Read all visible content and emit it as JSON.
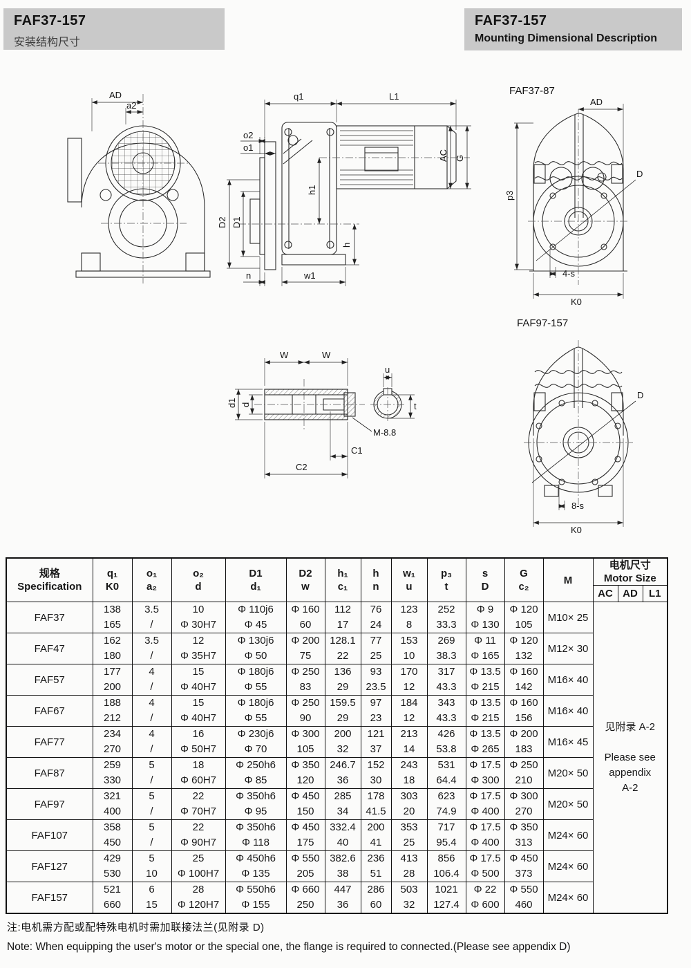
{
  "header_left": {
    "title": "FAF37-157",
    "subtitle": "安装结构尺寸"
  },
  "header_right": {
    "title": "FAF37-157",
    "subtitle": "Mounting Dimensional Description"
  },
  "drawings": {
    "front": {
      "dim_ad": "AD",
      "dim_a2": "a2"
    },
    "side": {
      "dim_q1": "q1",
      "dim_l1": "L1",
      "dim_o2": "o2",
      "dim_o1": "o1",
      "dim_d2": "D2",
      "dim_d1": "D1",
      "dim_h1": "h1",
      "dim_h": "h",
      "dim_ac": "AC",
      "dim_g": "G",
      "dim_n": "n",
      "dim_w1": "w1"
    },
    "flange_small": {
      "title": "FAF37-87",
      "dim_ad": "AD",
      "dim_p3": "p3",
      "dim_d": "D",
      "dim_4s": "4-s",
      "dim_k0": "K0"
    },
    "shaft": {
      "dim_w": "W",
      "dim_d1": "d1",
      "dim_d": "d",
      "thread": "M-8.8",
      "dim_c1": "C1",
      "dim_c2": "C2",
      "dim_u": "u",
      "dim_t": "t"
    },
    "flange_large": {
      "title": "FAF97-157",
      "dim_d": "D",
      "dim_8s": "8-s",
      "dim_k0": "K0"
    }
  },
  "table": {
    "col_headers": [
      [
        "规格",
        "Specification"
      ],
      [
        "q₁",
        "K0"
      ],
      [
        "o₁",
        "a₂"
      ],
      [
        "o₂",
        "d"
      ],
      [
        "D1",
        "d₁"
      ],
      [
        "D2",
        "w"
      ],
      [
        "h₁",
        "c₁"
      ],
      [
        "h",
        "n"
      ],
      [
        "w₁",
        "u"
      ],
      [
        "p₃",
        "t"
      ],
      [
        "s",
        "D"
      ],
      [
        "G",
        "c₂"
      ],
      [
        "M",
        ""
      ]
    ],
    "motor_header": {
      "zh": "电机尺寸",
      "en": "Motor Size",
      "subcols": [
        "AC",
        "AD",
        "L1"
      ]
    },
    "rows": [
      {
        "spec": "FAF37",
        "c": [
          [
            "138",
            "165"
          ],
          [
            "3.5",
            "/"
          ],
          [
            "10",
            "Φ 30H7"
          ],
          [
            "Φ 110j6",
            "Φ 45"
          ],
          [
            "Φ 160",
            "60"
          ],
          [
            "112",
            "17"
          ],
          [
            "76",
            "24"
          ],
          [
            "123",
            "8"
          ],
          [
            "252",
            "33.3"
          ],
          [
            "Φ 9",
            "Φ 130"
          ],
          [
            "Φ 120",
            "105"
          ]
        ],
        "m": "M10× 25"
      },
      {
        "spec": "FAF47",
        "c": [
          [
            "162",
            "180"
          ],
          [
            "3.5",
            "/"
          ],
          [
            "12",
            "Φ 35H7"
          ],
          [
            "Φ 130j6",
            "Φ 50"
          ],
          [
            "Φ 200",
            "75"
          ],
          [
            "128.1",
            "22"
          ],
          [
            "77",
            "25"
          ],
          [
            "153",
            "10"
          ],
          [
            "269",
            "38.3"
          ],
          [
            "Φ 11",
            "Φ 165"
          ],
          [
            "Φ 120",
            "132"
          ]
        ],
        "m": "M12× 30"
      },
      {
        "spec": "FAF57",
        "c": [
          [
            "177",
            "200"
          ],
          [
            "4",
            "/"
          ],
          [
            "15",
            "Φ 40H7"
          ],
          [
            "Φ 180j6",
            "Φ 55"
          ],
          [
            "Φ 250",
            "83"
          ],
          [
            "136",
            "29"
          ],
          [
            "93",
            "23.5"
          ],
          [
            "170",
            "12"
          ],
          [
            "317",
            "43.3"
          ],
          [
            "Φ 13.5",
            "Φ 215"
          ],
          [
            "Φ 160",
            "142"
          ]
        ],
        "m": "M16× 40"
      },
      {
        "spec": "FAF67",
        "c": [
          [
            "188",
            "212"
          ],
          [
            "4",
            "/"
          ],
          [
            "15",
            "Φ 40H7"
          ],
          [
            "Φ 180j6",
            "Φ 55"
          ],
          [
            "Φ 250",
            "90"
          ],
          [
            "159.5",
            "29"
          ],
          [
            "97",
            "23"
          ],
          [
            "184",
            "12"
          ],
          [
            "343",
            "43.3"
          ],
          [
            "Φ 13.5",
            "Φ 215"
          ],
          [
            "Φ 160",
            "156"
          ]
        ],
        "m": "M16× 40"
      },
      {
        "spec": "FAF77",
        "c": [
          [
            "234",
            "270"
          ],
          [
            "4",
            "/"
          ],
          [
            "16",
            "Φ 50H7"
          ],
          [
            "Φ 230j6",
            "Φ 70"
          ],
          [
            "Φ 300",
            "105"
          ],
          [
            "200",
            "32"
          ],
          [
            "121",
            "37"
          ],
          [
            "213",
            "14"
          ],
          [
            "426",
            "53.8"
          ],
          [
            "Φ 13.5",
            "Φ 265"
          ],
          [
            "Φ 200",
            "183"
          ]
        ],
        "m": "M16× 45"
      },
      {
        "spec": "FAF87",
        "c": [
          [
            "259",
            "330"
          ],
          [
            "5",
            "/"
          ],
          [
            "18",
            "Φ 60H7"
          ],
          [
            "Φ 250h6",
            "Φ 85"
          ],
          [
            "Φ 350",
            "120"
          ],
          [
            "246.7",
            "36"
          ],
          [
            "152",
            "30"
          ],
          [
            "243",
            "18"
          ],
          [
            "531",
            "64.4"
          ],
          [
            "Φ 17.5",
            "Φ 300"
          ],
          [
            "Φ 250",
            "210"
          ]
        ],
        "m": "M20× 50"
      },
      {
        "spec": "FAF97",
        "c": [
          [
            "321",
            "400"
          ],
          [
            "5",
            "/"
          ],
          [
            "22",
            "Φ 70H7"
          ],
          [
            "Φ 350h6",
            "Φ 95"
          ],
          [
            "Φ 450",
            "150"
          ],
          [
            "285",
            "34"
          ],
          [
            "178",
            "41.5"
          ],
          [
            "303",
            "20"
          ],
          [
            "623",
            "74.9"
          ],
          [
            "Φ 17.5",
            "Φ 400"
          ],
          [
            "Φ 300",
            "270"
          ]
        ],
        "m": "M20× 50"
      },
      {
        "spec": "FAF107",
        "c": [
          [
            "358",
            "450"
          ],
          [
            "5",
            "/"
          ],
          [
            "22",
            "Φ 90H7"
          ],
          [
            "Φ 350h6",
            "Φ 118"
          ],
          [
            "Φ 450",
            "175"
          ],
          [
            "332.4",
            "40"
          ],
          [
            "200",
            "41"
          ],
          [
            "353",
            "25"
          ],
          [
            "717",
            "95.4"
          ],
          [
            "Φ 17.5",
            "Φ 400"
          ],
          [
            "Φ 350",
            "313"
          ]
        ],
        "m": "M24× 60"
      },
      {
        "spec": "FAF127",
        "c": [
          [
            "429",
            "530"
          ],
          [
            "5",
            "10"
          ],
          [
            "25",
            "Φ 100H7"
          ],
          [
            "Φ 450h6",
            "Φ 135"
          ],
          [
            "Φ 550",
            "205"
          ],
          [
            "382.6",
            "38"
          ],
          [
            "236",
            "51"
          ],
          [
            "413",
            "28"
          ],
          [
            "856",
            "106.4"
          ],
          [
            "Φ 17.5",
            "Φ 500"
          ],
          [
            "Φ 450",
            "373"
          ]
        ],
        "m": "M24× 60"
      },
      {
        "spec": "FAF157",
        "c": [
          [
            "521",
            "660"
          ],
          [
            "6",
            "15"
          ],
          [
            "28",
            "Φ 120H7"
          ],
          [
            "Φ 550h6",
            "Φ 155"
          ],
          [
            "Φ 660",
            "250"
          ],
          [
            "447",
            "36"
          ],
          [
            "286",
            "60"
          ],
          [
            "503",
            "32"
          ],
          [
            "1021",
            "127.4"
          ],
          [
            "Φ 22",
            "Φ 600"
          ],
          [
            "Φ 550",
            "460"
          ]
        ],
        "m": "M24× 60"
      }
    ],
    "motor_cell": [
      "见附录 A-2",
      "",
      "Please see",
      "appendix",
      "A-2"
    ]
  },
  "notes": {
    "zh": "注:电机需方配或配特殊电机时需加联接法兰(见附录 D)",
    "en": "Note: When equipping the user's motor or the special one, the flange is required to connected.(Please see appendix D)"
  }
}
